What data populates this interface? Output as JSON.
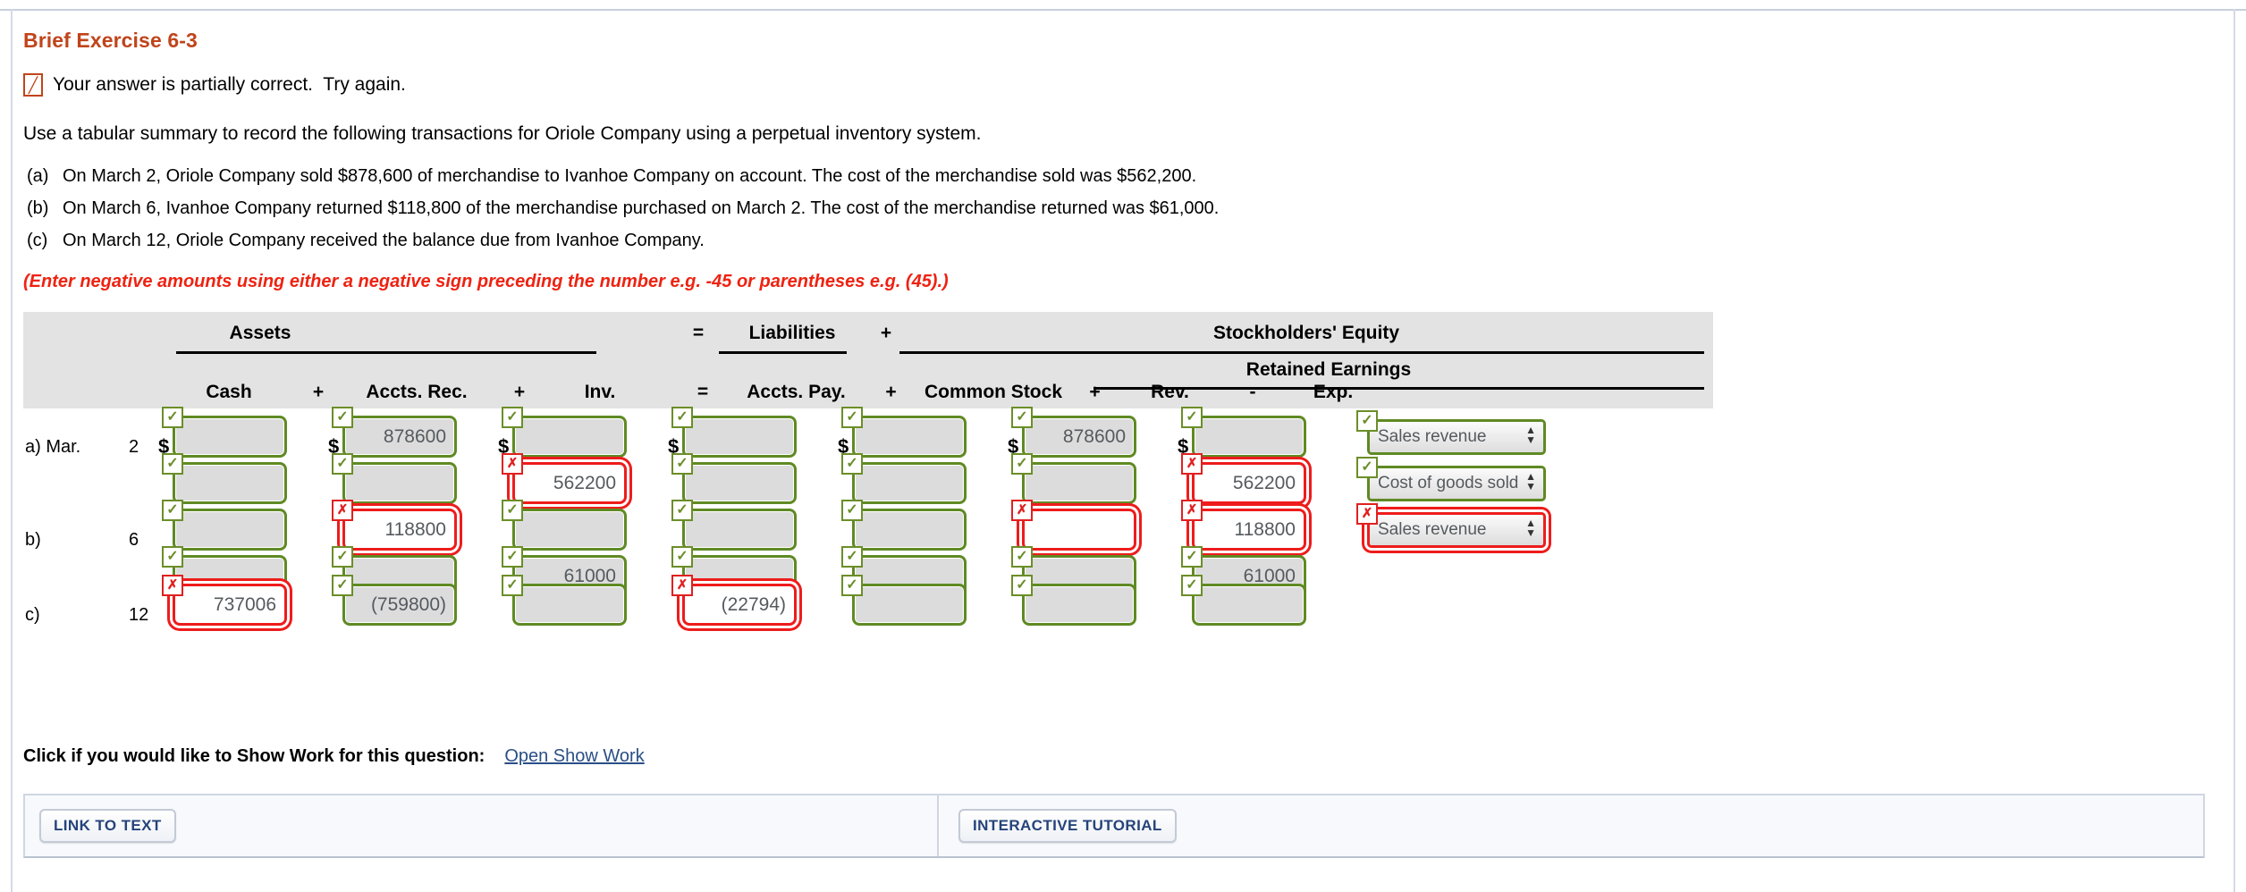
{
  "exercise": {
    "title": "Brief Exercise 6-3",
    "feedback_icon": "pencil-partial-icon",
    "feedback_text": "Your answer is partially correct.  Try again.",
    "instruction": "Use a tabular summary to record the following transactions for Oriole Company using a perpetual inventory system.",
    "items": [
      {
        "label": "(a)",
        "text": "On March 2, Oriole Company sold $878,600 of merchandise to Ivanhoe Company on account. The cost of the merchandise sold was $562,200."
      },
      {
        "label": "(b)",
        "text": "On March 6, Ivanhoe Company returned $118,800 of the merchandise purchased on March 2. The cost of the merchandise returned was $61,000."
      },
      {
        "label": "(c)",
        "text": "On March 12, Oriole Company received the balance due from Ivanhoe Company."
      }
    ],
    "negative_note": "(Enter negative amounts using either a negative sign preceding the number e.g. -45 or parentheses e.g. (45).)"
  },
  "table": {
    "group_headers": {
      "assets": "Assets",
      "eq1": "=",
      "liabilities": "Liabilities",
      "plus1": "+",
      "stockholders_equity": "Stockholders' Equity",
      "retained_earnings": "Retained Earnings"
    },
    "column_headers": [
      "Cash",
      "+",
      "Accts. Rec.",
      "+",
      "Inv.",
      "=",
      "Accts. Pay.",
      "+",
      "Common Stock",
      "+",
      "Rev.",
      "-",
      "Exp."
    ],
    "rows": [
      {
        "row_label": "a) Mar.",
        "row_date": "2",
        "lines": [
          {
            "cells": [
              {
                "value": "",
                "status": "correct",
                "dollar": true
              },
              {
                "value": "878600",
                "status": "correct",
                "dollar": true
              },
              {
                "value": "",
                "status": "correct",
                "dollar": true
              },
              {
                "value": "",
                "status": "correct",
                "dollar": true
              },
              {
                "value": "",
                "status": "correct",
                "dollar": true
              },
              {
                "value": "878600",
                "status": "correct",
                "dollar": true
              },
              {
                "value": "",
                "status": "correct",
                "dollar": true
              }
            ],
            "select": {
              "value": "Sales revenue",
              "status": "correct"
            }
          },
          {
            "cells": [
              {
                "value": "",
                "status": "correct",
                "dollar": false
              },
              {
                "value": "",
                "status": "correct",
                "dollar": false
              },
              {
                "value": "562200",
                "status": "wrong",
                "dollar": false
              },
              {
                "value": "",
                "status": "correct",
                "dollar": false
              },
              {
                "value": "",
                "status": "correct",
                "dollar": false
              },
              {
                "value": "",
                "status": "correct",
                "dollar": false
              },
              {
                "value": "562200",
                "status": "wrong",
                "dollar": false
              }
            ],
            "select": {
              "value": "Cost of goods sold",
              "status": "correct"
            }
          }
        ]
      },
      {
        "row_label": "b)",
        "row_date": "6",
        "lines": [
          {
            "cells": [
              {
                "value": "",
                "status": "correct",
                "dollar": false
              },
              {
                "value": "118800",
                "status": "wrong",
                "dollar": false
              },
              {
                "value": "",
                "status": "correct",
                "dollar": false
              },
              {
                "value": "",
                "status": "correct",
                "dollar": false
              },
              {
                "value": "",
                "status": "correct",
                "dollar": false
              },
              {
                "value": "",
                "status": "wrong",
                "dollar": false
              },
              {
                "value": "118800",
                "status": "wrong",
                "dollar": false
              }
            ],
            "select": {
              "value": "Sales revenue",
              "status": "wrong"
            }
          },
          {
            "cells": [
              {
                "value": "",
                "status": "correct",
                "dollar": false
              },
              {
                "value": "",
                "status": "correct",
                "dollar": false
              },
              {
                "value": "61000",
                "status": "correct",
                "dollar": false
              },
              {
                "value": "",
                "status": "correct",
                "dollar": false
              },
              {
                "value": "",
                "status": "correct",
                "dollar": false
              },
              {
                "value": "",
                "status": "correct",
                "dollar": false
              },
              {
                "value": "61000",
                "status": "correct",
                "dollar": false
              }
            ],
            "select": null
          }
        ]
      },
      {
        "row_label": "c)",
        "row_date": "12",
        "lines": [
          {
            "cells": [
              {
                "value": "737006",
                "status": "wrong",
                "dollar": false
              },
              {
                "value": "(759800)",
                "status": "correct",
                "dollar": false
              },
              {
                "value": "",
                "status": "correct",
                "dollar": false
              },
              {
                "value": "(22794)",
                "status": "wrong",
                "dollar": false
              },
              {
                "value": "",
                "status": "correct",
                "dollar": false
              },
              {
                "value": "",
                "status": "correct",
                "dollar": false
              },
              {
                "value": "",
                "status": "correct",
                "dollar": false
              }
            ],
            "select": null
          }
        ]
      }
    ],
    "status_icons": {
      "correct": "✓",
      "wrong": "✗"
    },
    "select_spinner_icon": "spinner-updown-icon",
    "colors": {
      "correct_border": "#5f8a23",
      "wrong_border": "#ee1c1c",
      "field_fill": "#dcdcdc",
      "header_fill": "#e3e3e3"
    }
  },
  "footer": {
    "show_work_label": "Click if you would like to Show Work for this question:",
    "show_work_link": "Open Show Work",
    "link_to_text_button": "LINK TO TEXT",
    "interactive_tutorial_button": "INTERACTIVE TUTORIAL"
  }
}
